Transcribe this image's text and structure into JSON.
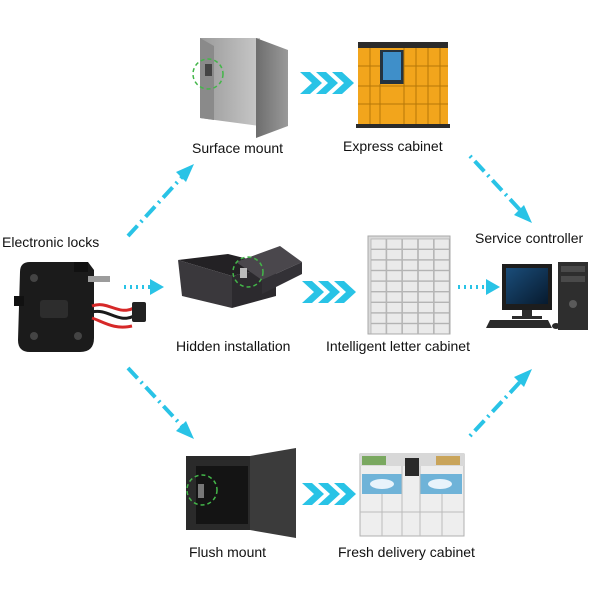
{
  "labels": {
    "electronic_locks": "Electronic locks",
    "surface_mount": "Surface mount",
    "hidden_installation": "Hidden installation",
    "flush_mount": "Flush mount",
    "express_cabinet": "Express cabinet",
    "letter_cabinet": "Intelligent letter cabinet",
    "fresh_cabinet": "Fresh delivery cabinet",
    "service_controller": "Service controller"
  },
  "colors": {
    "arrow": "#29c3e6",
    "highlight_circle": "#43b649",
    "lock_body": "#1b1b1b",
    "wire_red": "#d62828",
    "box_dark": "#333136",
    "express_orange": "#f2a51c",
    "letter_grey": "#d9d9d9",
    "fresh_white": "#eeeeee"
  }
}
